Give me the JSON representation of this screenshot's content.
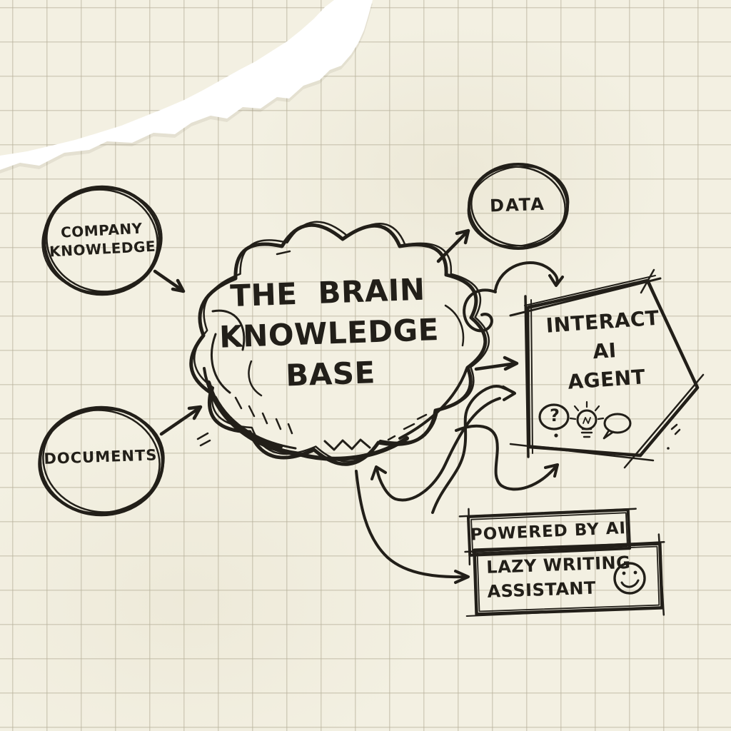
{
  "style": {
    "paper_color": "#f3f0e2",
    "grid_color": "#b8b29c",
    "ink_color": "#221f19",
    "torn_edge_color": "#ffffff"
  },
  "nodes": {
    "company_knowledge": {
      "type": "scribble-circle",
      "line1": "COMPANY",
      "line2": "KNOWLEDGE"
    },
    "documents": {
      "type": "scribble-circle",
      "line1": "DOCUMENTS"
    },
    "brain_knowledge_base": {
      "type": "cloud",
      "line1": "THE BRAIN",
      "line2": "KNOWLEDGE",
      "line3": "BASE"
    },
    "data": {
      "type": "scribble-circle",
      "line1": "DATA"
    },
    "interact_ai_agent": {
      "type": "pentagon",
      "line1": "INTERACT",
      "line2": "AI",
      "line3": "AGENT",
      "question_glyph": "?",
      "icons": [
        "question-mark-icon",
        "lightbulb-icon",
        "speech-bubble-icon"
      ]
    },
    "powered_by_ai": {
      "type": "box",
      "line1": "POWERED BY AI"
    },
    "lazy_writing_assistant": {
      "type": "box",
      "line1": "LAZY WRITING",
      "line2": "ASSISTANT",
      "icons": [
        "smiley-face-icon"
      ]
    }
  },
  "edges": [
    {
      "from": "company_knowledge",
      "to": "brain_knowledge_base",
      "style": "straight-arrow"
    },
    {
      "from": "documents",
      "to": "brain_knowledge_base",
      "style": "straight-arrow"
    },
    {
      "from": "brain_knowledge_base",
      "to": "data",
      "style": "straight-arrow"
    },
    {
      "from": "data",
      "to": "interact_ai_agent",
      "style": "curled-loop-arrow"
    },
    {
      "from": "brain_knowledge_base",
      "to": "interact_ai_agent",
      "style": "straight-arrow"
    },
    {
      "from": "brain_knowledge_base",
      "to": "interact_ai_agent",
      "style": "s-curve-arrow"
    },
    {
      "from": "brain_knowledge_base",
      "to": "interact_ai_agent",
      "style": "c-curve-arrow"
    },
    {
      "from": "interact_ai_agent",
      "to": "brain_knowledge_base",
      "style": "s-curve-arrow"
    },
    {
      "from": "brain_knowledge_base",
      "to": "lazy_writing_assistant",
      "style": "long-curve-arrow"
    }
  ]
}
